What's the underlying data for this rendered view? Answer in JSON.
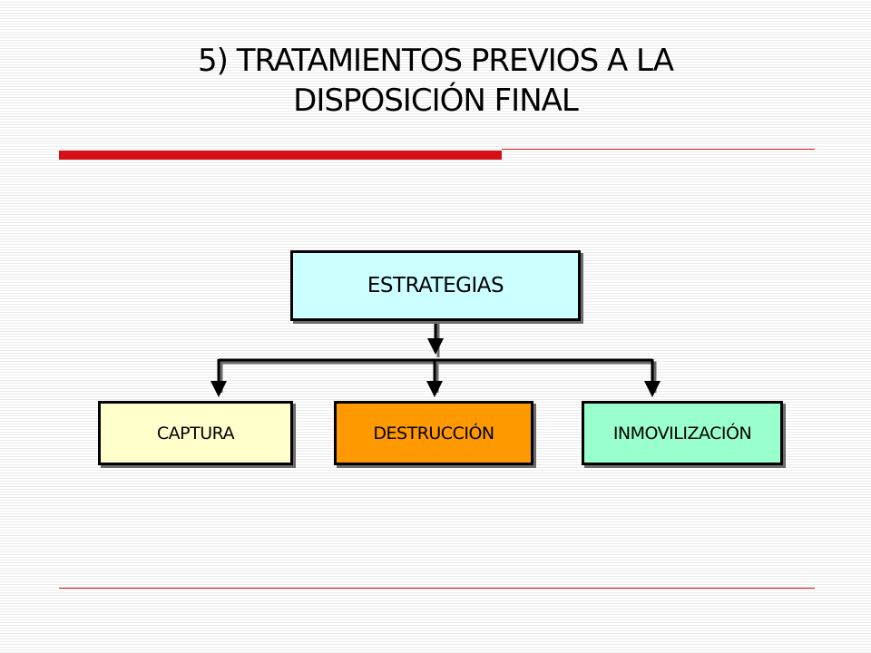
{
  "slide": {
    "title_line1": "5) TRATAMIENTOS PREVIOS A LA",
    "title_line2": "DISPOSICIÓN FINAL"
  },
  "diagram": {
    "root": {
      "label": "ESTRATEGIAS",
      "fill": "#ccffff"
    },
    "children": [
      {
        "label": "CAPTURA",
        "fill": "#ffffcc"
      },
      {
        "label": "DESTRUCCIÓN",
        "fill": "#ff9900"
      },
      {
        "label": "INMOVILIZACIÓN",
        "fill": "#99ffcc"
      }
    ]
  },
  "colors": {
    "accent": "#d40f16",
    "stripe": "#ebebeb",
    "border": "#000000",
    "shadow": "#6b6b6b"
  }
}
